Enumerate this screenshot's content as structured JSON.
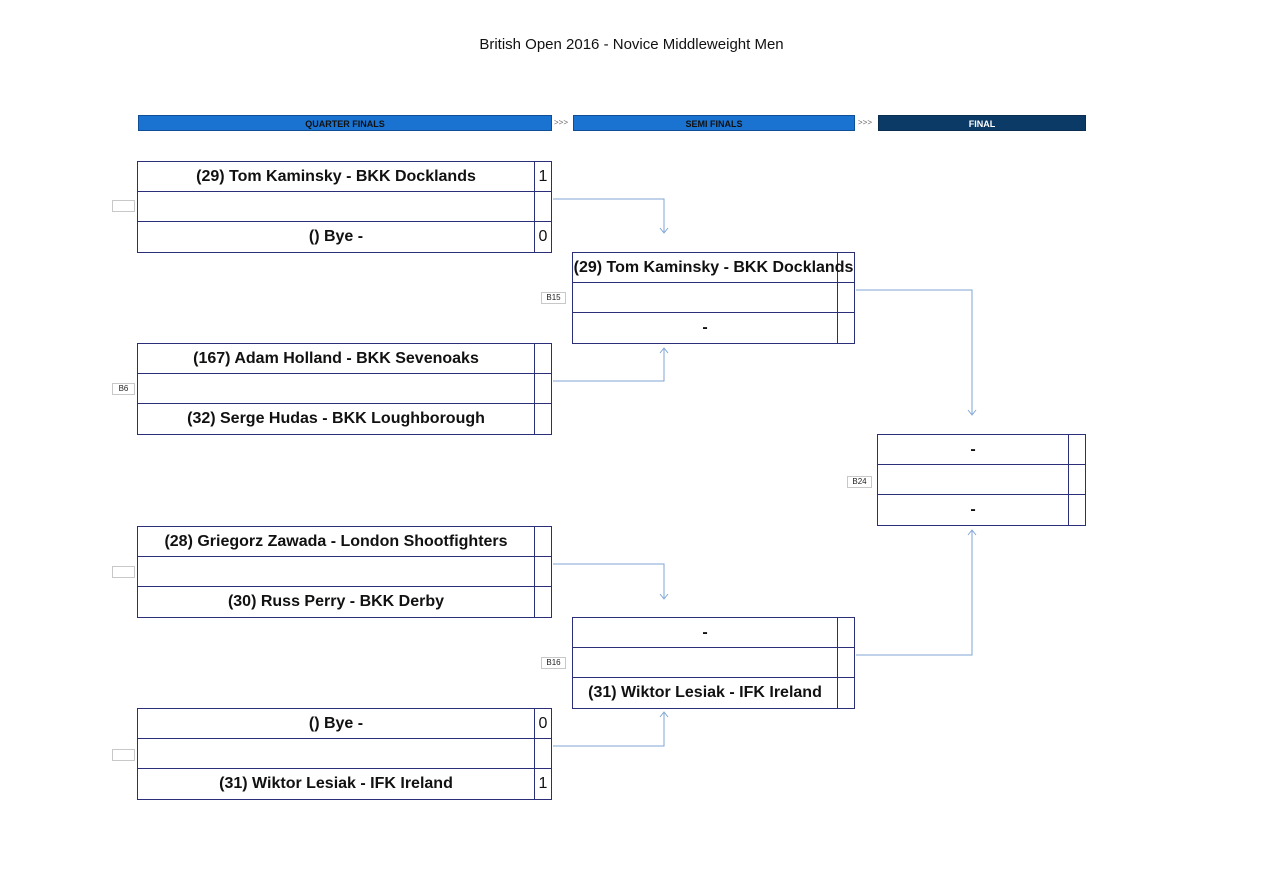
{
  "title": "British Open 2016 - Novice Middleweight Men",
  "rounds": {
    "quarter": "QUARTER FINALS",
    "semi": "SEMI FINALS",
    "final": "FINAL",
    "separator": ">>>"
  },
  "quarter_finals": [
    {
      "tag": "",
      "top_name": "(29) Tom Kaminsky - BKK Docklands",
      "top_score": "1",
      "bottom_name": "() Bye -",
      "bottom_score": "0"
    },
    {
      "tag": "B6",
      "top_name": "(167) Adam Holland - BKK Sevenoaks",
      "top_score": "",
      "bottom_name": "(32) Serge Hudas - BKK Loughborough",
      "bottom_score": ""
    },
    {
      "tag": "",
      "top_name": "(28) Griegorz Zawada - London Shootfighters",
      "top_score": "",
      "bottom_name": "(30) Russ Perry - BKK Derby",
      "bottom_score": ""
    },
    {
      "tag": "",
      "top_name": "() Bye -",
      "top_score": "0",
      "bottom_name": "(31) Wiktor Lesiak - IFK Ireland",
      "bottom_score": "1"
    }
  ],
  "semi_finals": [
    {
      "tag": "B15",
      "top_name": "(29) Tom Kaminsky - BKK Docklands",
      "top_score": "",
      "bottom_name": "-",
      "bottom_score": ""
    },
    {
      "tag": "B16",
      "top_name": "-",
      "top_score": "",
      "bottom_name": "(31) Wiktor Lesiak - IFK Ireland",
      "bottom_score": ""
    }
  ],
  "final": {
    "tag": "B24",
    "top_name": "-",
    "top_score": "",
    "bottom_name": "-",
    "bottom_score": ""
  },
  "colors": {
    "header_blue": "#1a73d1",
    "header_navy": "#0c3a66",
    "box_border": "#2b2f7a",
    "connector": "#7fa6d6"
  }
}
